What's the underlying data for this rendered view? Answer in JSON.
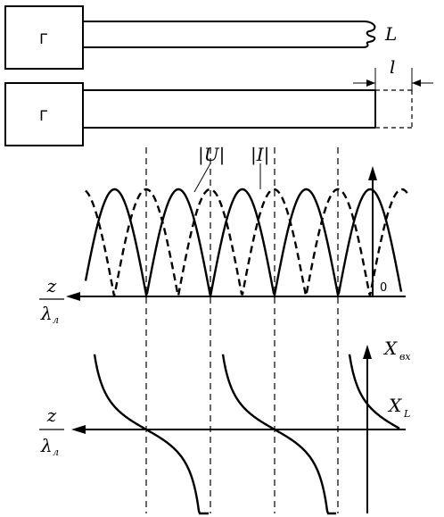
{
  "generator_top": "Г",
  "generator_bottom": "Г",
  "load_label": "L",
  "length_label": "l",
  "voltage_label": "|U|",
  "current_label": "|I|",
  "zero_label": "0",
  "z_numerator_top": "z",
  "lambda_top": "λ",
  "lambda_top_sub": "л",
  "z_numerator_bottom": "z",
  "lambda_bottom": "λ",
  "lambda_bottom_sub": "л",
  "xin_label": "X",
  "xin_sub": "вх",
  "xl_label": "X",
  "xl_sub": "L"
}
